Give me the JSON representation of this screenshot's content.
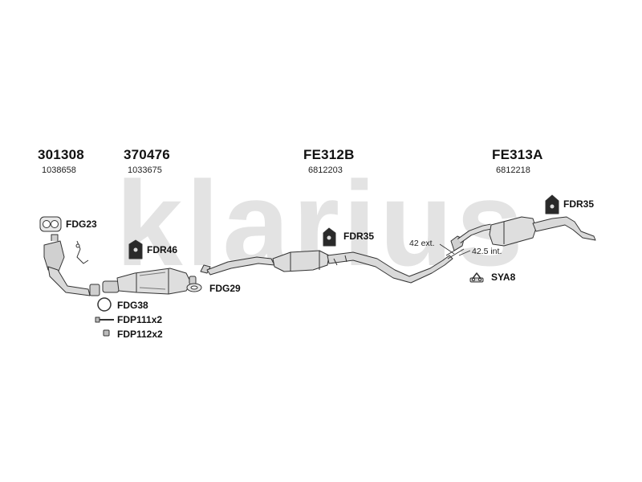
{
  "watermark": "klarius",
  "groups": [
    {
      "part": "301308",
      "oem": "1038658"
    },
    {
      "part": "370476",
      "oem": "1033675"
    },
    {
      "part": "FE312B",
      "oem": "6812203"
    },
    {
      "part": "FE313A",
      "oem": "6812218"
    }
  ],
  "accessories": {
    "fdg23": "FDG23",
    "fdr46": "FDR46",
    "fdg29": "FDG29",
    "fdg38": "FDG38",
    "fdp111": "FDP111x2",
    "fdp112": "FDP112x2",
    "fdr35_mid": "FDR35",
    "fdr35_rear": "FDR35",
    "sya8": "SYA8"
  },
  "notes": {
    "ext": "42 ext.",
    "int": "42.5 int."
  },
  "colors": {
    "watermark": "#e3e3e3",
    "part_fill": "#dcdcdc",
    "part_stroke": "#333333",
    "hanger_fill": "#2a2a2a"
  }
}
